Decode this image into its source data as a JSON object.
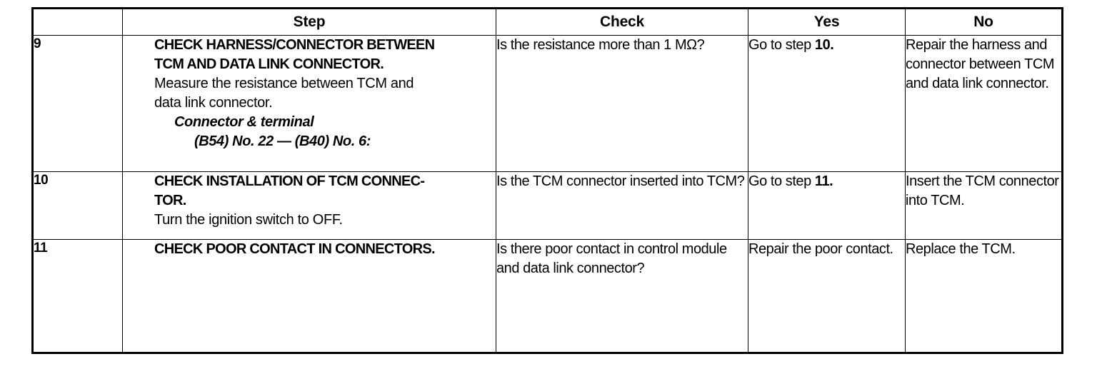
{
  "table": {
    "columns": [
      {
        "key": "num",
        "label": ""
      },
      {
        "key": "step",
        "label": "Step"
      },
      {
        "key": "check",
        "label": "Check"
      },
      {
        "key": "yes",
        "label": "Yes"
      },
      {
        "key": "no",
        "label": "No"
      }
    ],
    "rows": [
      {
        "number": "9",
        "step": {
          "title_lines": [
            "CHECK HARNESS/CONNECTOR BETWEEN",
            "TCM AND DATA LINK CONNECTOR."
          ],
          "sub_lines": [
            "Measure the resistance between TCM and",
            "data link connector."
          ],
          "emphasis_lines": [
            "Connector & terminal"
          ],
          "emphasis_lines2": [
            "(B54) No. 22 — (B40) No. 6:"
          ]
        },
        "check": "Is the resistance more than 1 MΩ?",
        "yes_prefix": "Go to step ",
        "yes_bold": "10.",
        "yes_suffix": "",
        "no": "Repair the harness and connector between TCM and data link connector."
      },
      {
        "number": "10",
        "step": {
          "title_lines": [
            "CHECK INSTALLATION OF TCM CONNEC-",
            "TOR."
          ],
          "sub_lines": [
            "Turn the ignition switch to OFF."
          ],
          "emphasis_lines": [],
          "emphasis_lines2": []
        },
        "check": "Is the TCM connector inserted into TCM?",
        "yes_prefix": "Go to step ",
        "yes_bold": "11.",
        "yes_suffix": "",
        "no": "Insert the TCM connector into TCM."
      },
      {
        "number": "11",
        "step": {
          "title_lines": [
            "CHECK POOR CONTACT IN CONNECTORS."
          ],
          "sub_lines": [],
          "emphasis_lines": [],
          "emphasis_lines2": []
        },
        "check": "Is there poor contact in control module and data link connector?",
        "yes_prefix": "Repair the poor contact.",
        "yes_bold": "",
        "yes_suffix": "",
        "no": "Replace the TCM."
      }
    ]
  },
  "colors": {
    "ink": "#000000",
    "paper": "#ffffff"
  }
}
